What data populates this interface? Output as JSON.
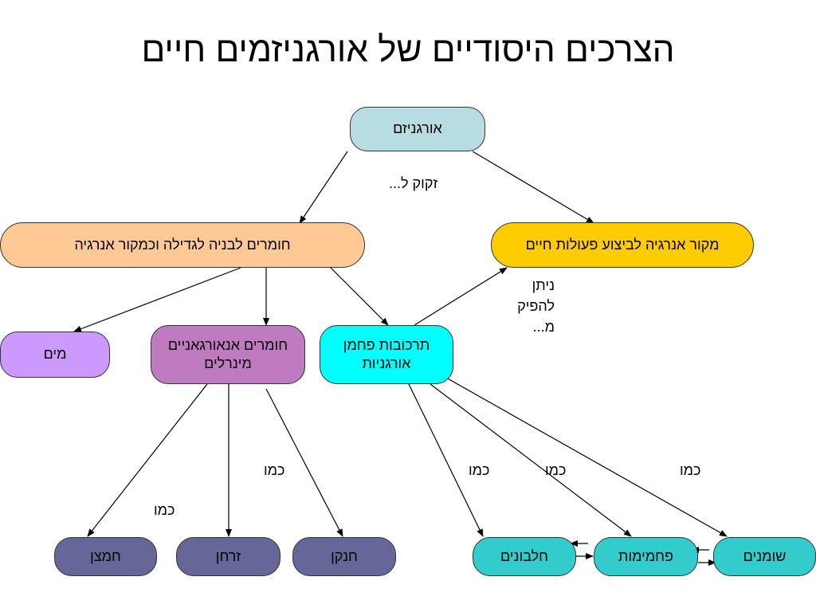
{
  "title": "הצרכים היסודיים של אורגניזמים חיים",
  "colors": {
    "organism": "#b7dde3",
    "building": "#ffc996",
    "energy": "#ffcc00",
    "water": "#cc99ff",
    "minerals": "#c07ac0",
    "organic": "#00ffff",
    "elements": "#666699",
    "molecules": "#33cccc",
    "line": "#000000"
  },
  "nodes": {
    "organism": "אורגניזם",
    "building_materials": "חומרים לבניה לגדילה וכמקור אנרגיה",
    "energy_source": "מקור אנרגיה לביצוע פעולות חיים",
    "water": "מים",
    "inorganic": "חומרים אנאורגאניים מינרלים",
    "organic": "תרכובות פחמן אורגניות",
    "oxygen": "חמצן",
    "phosphorus": "זרחן",
    "nitrogen": "חנקן",
    "proteins": "חלבונים",
    "carbohydrates": "פחמימות",
    "fats": "שומנים"
  },
  "labels": {
    "needs": "זקוק ל...",
    "can_produce": "ניתן להפיק מ...",
    "like_1": "כמו",
    "like_2": "כמו",
    "like_3": "כמו",
    "like_4": "כמו",
    "like_5": "כמו"
  }
}
